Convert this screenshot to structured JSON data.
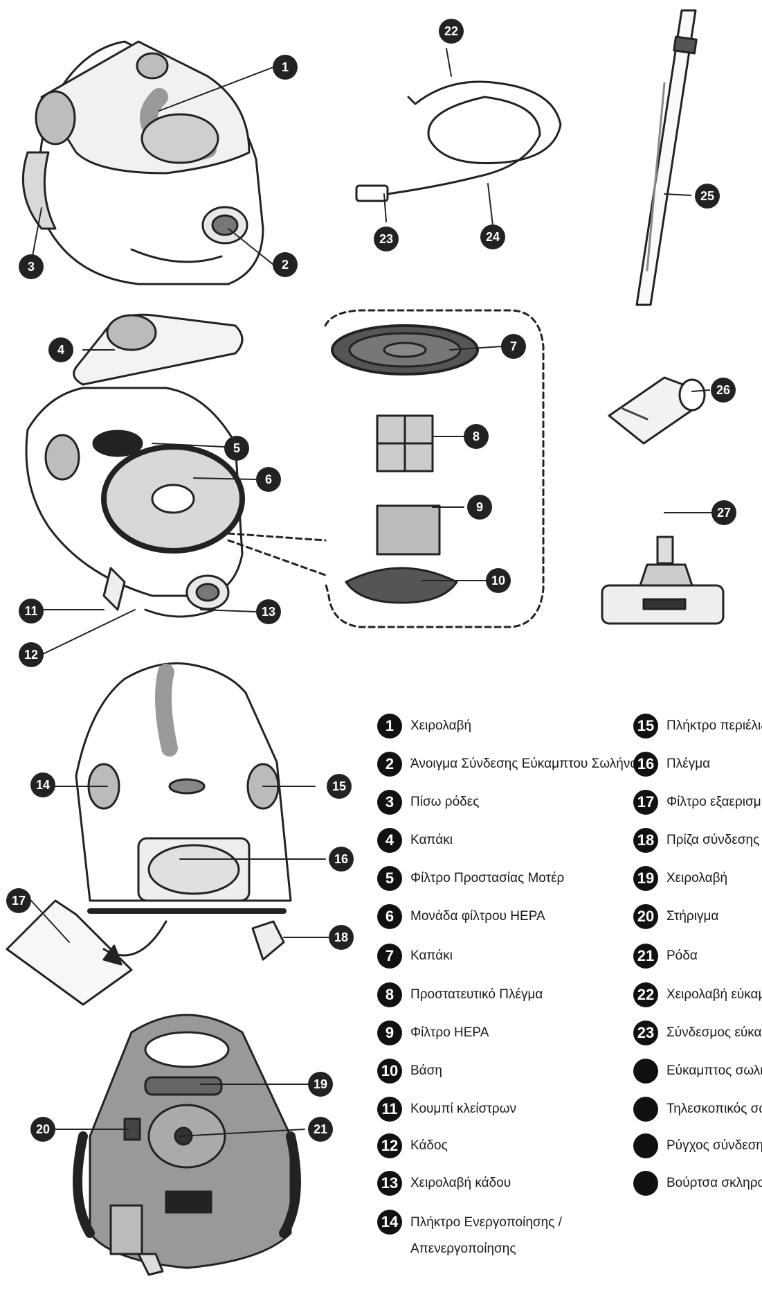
{
  "callouts": [
    "1",
    "2",
    "3",
    "4",
    "5",
    "6",
    "7",
    "8",
    "9",
    "10",
    "11",
    "12",
    "13",
    "14",
    "15",
    "16",
    "17",
    "18",
    "19",
    "20",
    "21",
    "22",
    "23",
    "24",
    "25",
    "26",
    "27"
  ],
  "legend_left": [
    {
      "n": "1",
      "text": "Χειρολαβή"
    },
    {
      "n": "2",
      "text": "Άνοιγμα Σύνδεσης Εύκαμπτου Σωλήνα"
    },
    {
      "n": "3",
      "text": "Πίσω ρόδες"
    },
    {
      "n": "4",
      "text": "Καπάκι"
    },
    {
      "n": "5",
      "text": "Φίλτρο Προστασίας Μοτέρ"
    },
    {
      "n": "6",
      "text": "Μονάδα φίλτρου HEPA"
    },
    {
      "n": "7",
      "text": "Καπάκι"
    },
    {
      "n": "8",
      "text": "Προστατευτικό Πλέγμα"
    },
    {
      "n": "9",
      "text": "Φίλτρο HEPA"
    },
    {
      "n": "10",
      "text": "Βάση"
    },
    {
      "n": "11",
      "text": "Κουμπί κλείστρων"
    },
    {
      "n": "12",
      "text": "Κάδος"
    },
    {
      "n": "13",
      "text": "Χειρολαβή κάδου"
    },
    {
      "n": "14",
      "text": "Πλήκτρο Ενεργοποίησης / Απενεργοποίησης"
    }
  ],
  "legend_right": [
    {
      "n": "15",
      "text": "Πλήκτρο περιέλιξ"
    },
    {
      "n": "16",
      "text": "Πλέγμα"
    },
    {
      "n": "17",
      "text": "Φίλτρο εξαερισμ"
    },
    {
      "n": "18",
      "text": "Πρίζα σύνδεσης"
    },
    {
      "n": "19",
      "text": "Χειρολαβή"
    },
    {
      "n": "20",
      "text": "Στήριγμα"
    },
    {
      "n": "21",
      "text": "Ρόδα"
    },
    {
      "n": "22",
      "text": "Χειρολαβή εύκαμ"
    },
    {
      "n": "23",
      "text": "Σύνδεσμος εύκαμ"
    },
    {
      "n": "",
      "text": "Εύκαμπτος σωλή"
    },
    {
      "n": "",
      "text": "Τηλεσκοπικός σω"
    },
    {
      "n": "",
      "text": "Ρύγχος σύνδεσης"
    },
    {
      "n": "",
      "text": "Βούρτσα σκληρο"
    }
  ]
}
